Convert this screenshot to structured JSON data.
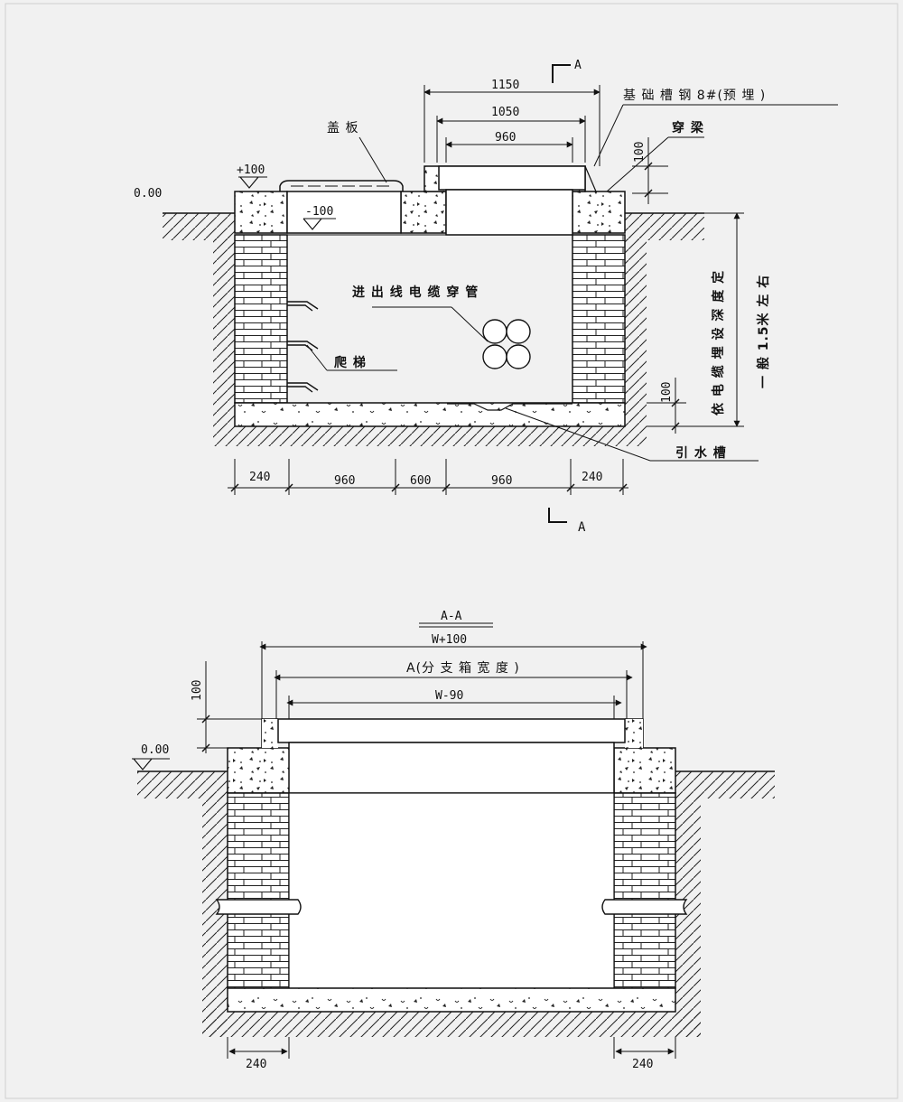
{
  "plan": {
    "ground_level": "0.00",
    "cover_level": "+100",
    "inner_level": "-100",
    "cover_label": "盖 板",
    "top_dims": [
      "1150",
      "1050",
      "960"
    ],
    "steel_label": "基 础 槽 钢 8#(预 埋 )",
    "beam_label": "穿 梁",
    "side_dim": "100",
    "bottom_dim": "100",
    "depth_note_1": "依 电 缆 埋 设 深 度 定",
    "depth_note_2": "一 般 1.5米 左 右",
    "cable_label": "进 出 线 电 缆 穿 管",
    "ladder_label": "爬 梯",
    "drain_label": "引 水 槽",
    "bottom_dims": [
      "240",
      "960",
      "600",
      "960",
      "240"
    ],
    "section_mark": "A"
  },
  "section": {
    "title": "A-A",
    "width_total": "W+100",
    "width_box": "A(分 支 箱 宽 度 )",
    "width_inner": "W-90",
    "side_dim": "100",
    "ground_level": "0.00",
    "bottom_dims": [
      "240",
      "240"
    ]
  }
}
